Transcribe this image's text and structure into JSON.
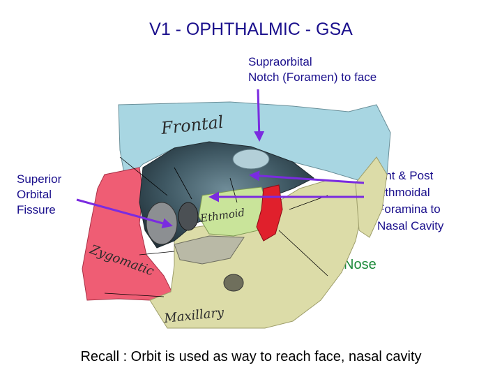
{
  "title": "V1 - OPHTHALMIC - GSA",
  "labels": {
    "supraorbital": [
      "Supraorbital",
      "Notch (Foramen) to face"
    ],
    "superior_orbital_fissure": [
      "Superior",
      "Orbital",
      "Fissure"
    ],
    "ethmoidal": [
      "Ant & Post",
      "Ethmoidal",
      "Foramina to",
      "Nasal Cavity"
    ],
    "nose": "Nose"
  },
  "bones": {
    "frontal": "Frontal",
    "ethmoid": "Ethmoid",
    "zygomatic": "Zygomatic",
    "maxillary": "Maxillary"
  },
  "recall": "Recall : Orbit is used as way to reach face, nasal cavity",
  "colors": {
    "title_text": "#1a0f8c",
    "nose_text": "#1c8a3a",
    "arrow": "#7a2be0",
    "frontal_bone": "#a8d6e2",
    "zygomatic_bone": "#ef5d74",
    "maxillary_bone": "#dcdca8",
    "ethmoid_bone": "#c9e49a",
    "lacrimal_red": "#e0202c"
  }
}
